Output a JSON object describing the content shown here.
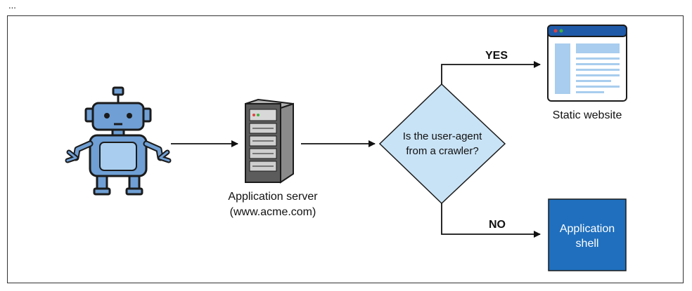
{
  "caption_fragment": "...",
  "nodes": {
    "crawler": {
      "icon": "robot-icon"
    },
    "server": {
      "icon": "server-icon",
      "label_line1": "Application server",
      "label_line2": "(www.acme.com)"
    },
    "decision": {
      "label_line1": "Is the user-agent",
      "label_line2": "from a crawler?"
    },
    "static_site": {
      "icon": "browser-window-icon",
      "label": "Static website"
    },
    "app_shell": {
      "label_line1": "Application",
      "label_line2": "shell"
    }
  },
  "edges": {
    "yes_label": "YES",
    "no_label": "NO"
  },
  "colors": {
    "robot_fill": "#6f9fd4",
    "robot_body": "#a8cdee",
    "decision_fill": "#c9e3f6",
    "app_shell_fill": "#1f6fbe",
    "browser_bar": "#1f5aa8",
    "browser_content": "#a8cdee",
    "outline": "#1b1b1b"
  }
}
